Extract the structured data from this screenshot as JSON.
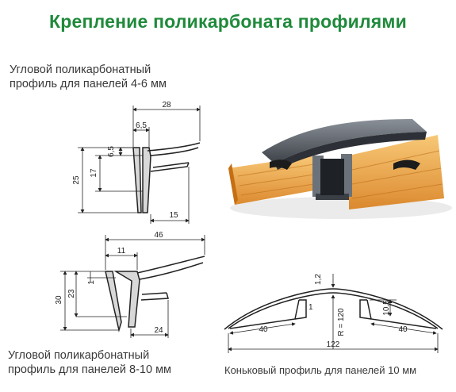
{
  "title": "Крепление поликарбоната профилями",
  "profile_a": {
    "caption_line1": "Угловой поликарбонатный",
    "caption_line2": "профиль для панелей 4-6 мм",
    "dims": {
      "width": "28",
      "flange": "6,5",
      "lip": "6,5",
      "height": "25",
      "inner": "17",
      "base": "15"
    }
  },
  "profile_b": {
    "caption_line1": "Угловой поликарбонатный",
    "caption_line2": "профиль для панелей 8-10  мм",
    "dims": {
      "width": "46",
      "flange": "11",
      "lip": "1",
      "height": "30",
      "inner": "23",
      "base": "24"
    }
  },
  "profile_c": {
    "caption": "Коньковый профиль для панелей 10 мм",
    "dims": {
      "thickness": "1,2",
      "radius": "R = 120",
      "lip_left": "1",
      "lip_right": "10,5",
      "left": "40",
      "right": "40",
      "total": "122"
    }
  },
  "colors": {
    "title": "#1f8a3b",
    "polycarbonate": "#f0a43a",
    "profile": "#5a6068"
  }
}
